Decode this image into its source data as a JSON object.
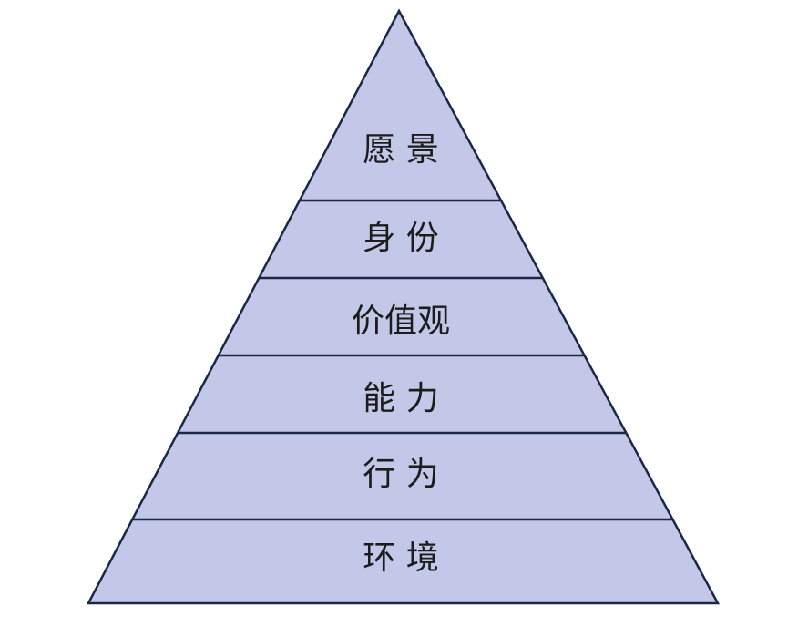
{
  "diagram": {
    "type": "pyramid",
    "levels_top_to_bottom": [
      "愿 景",
      "身 份",
      "价值观",
      "能 力",
      "行 为",
      "环 境"
    ],
    "colors": {
      "fill": "#c3c8e8",
      "stroke": "#1a2847",
      "text": "#1c1c1c"
    }
  }
}
